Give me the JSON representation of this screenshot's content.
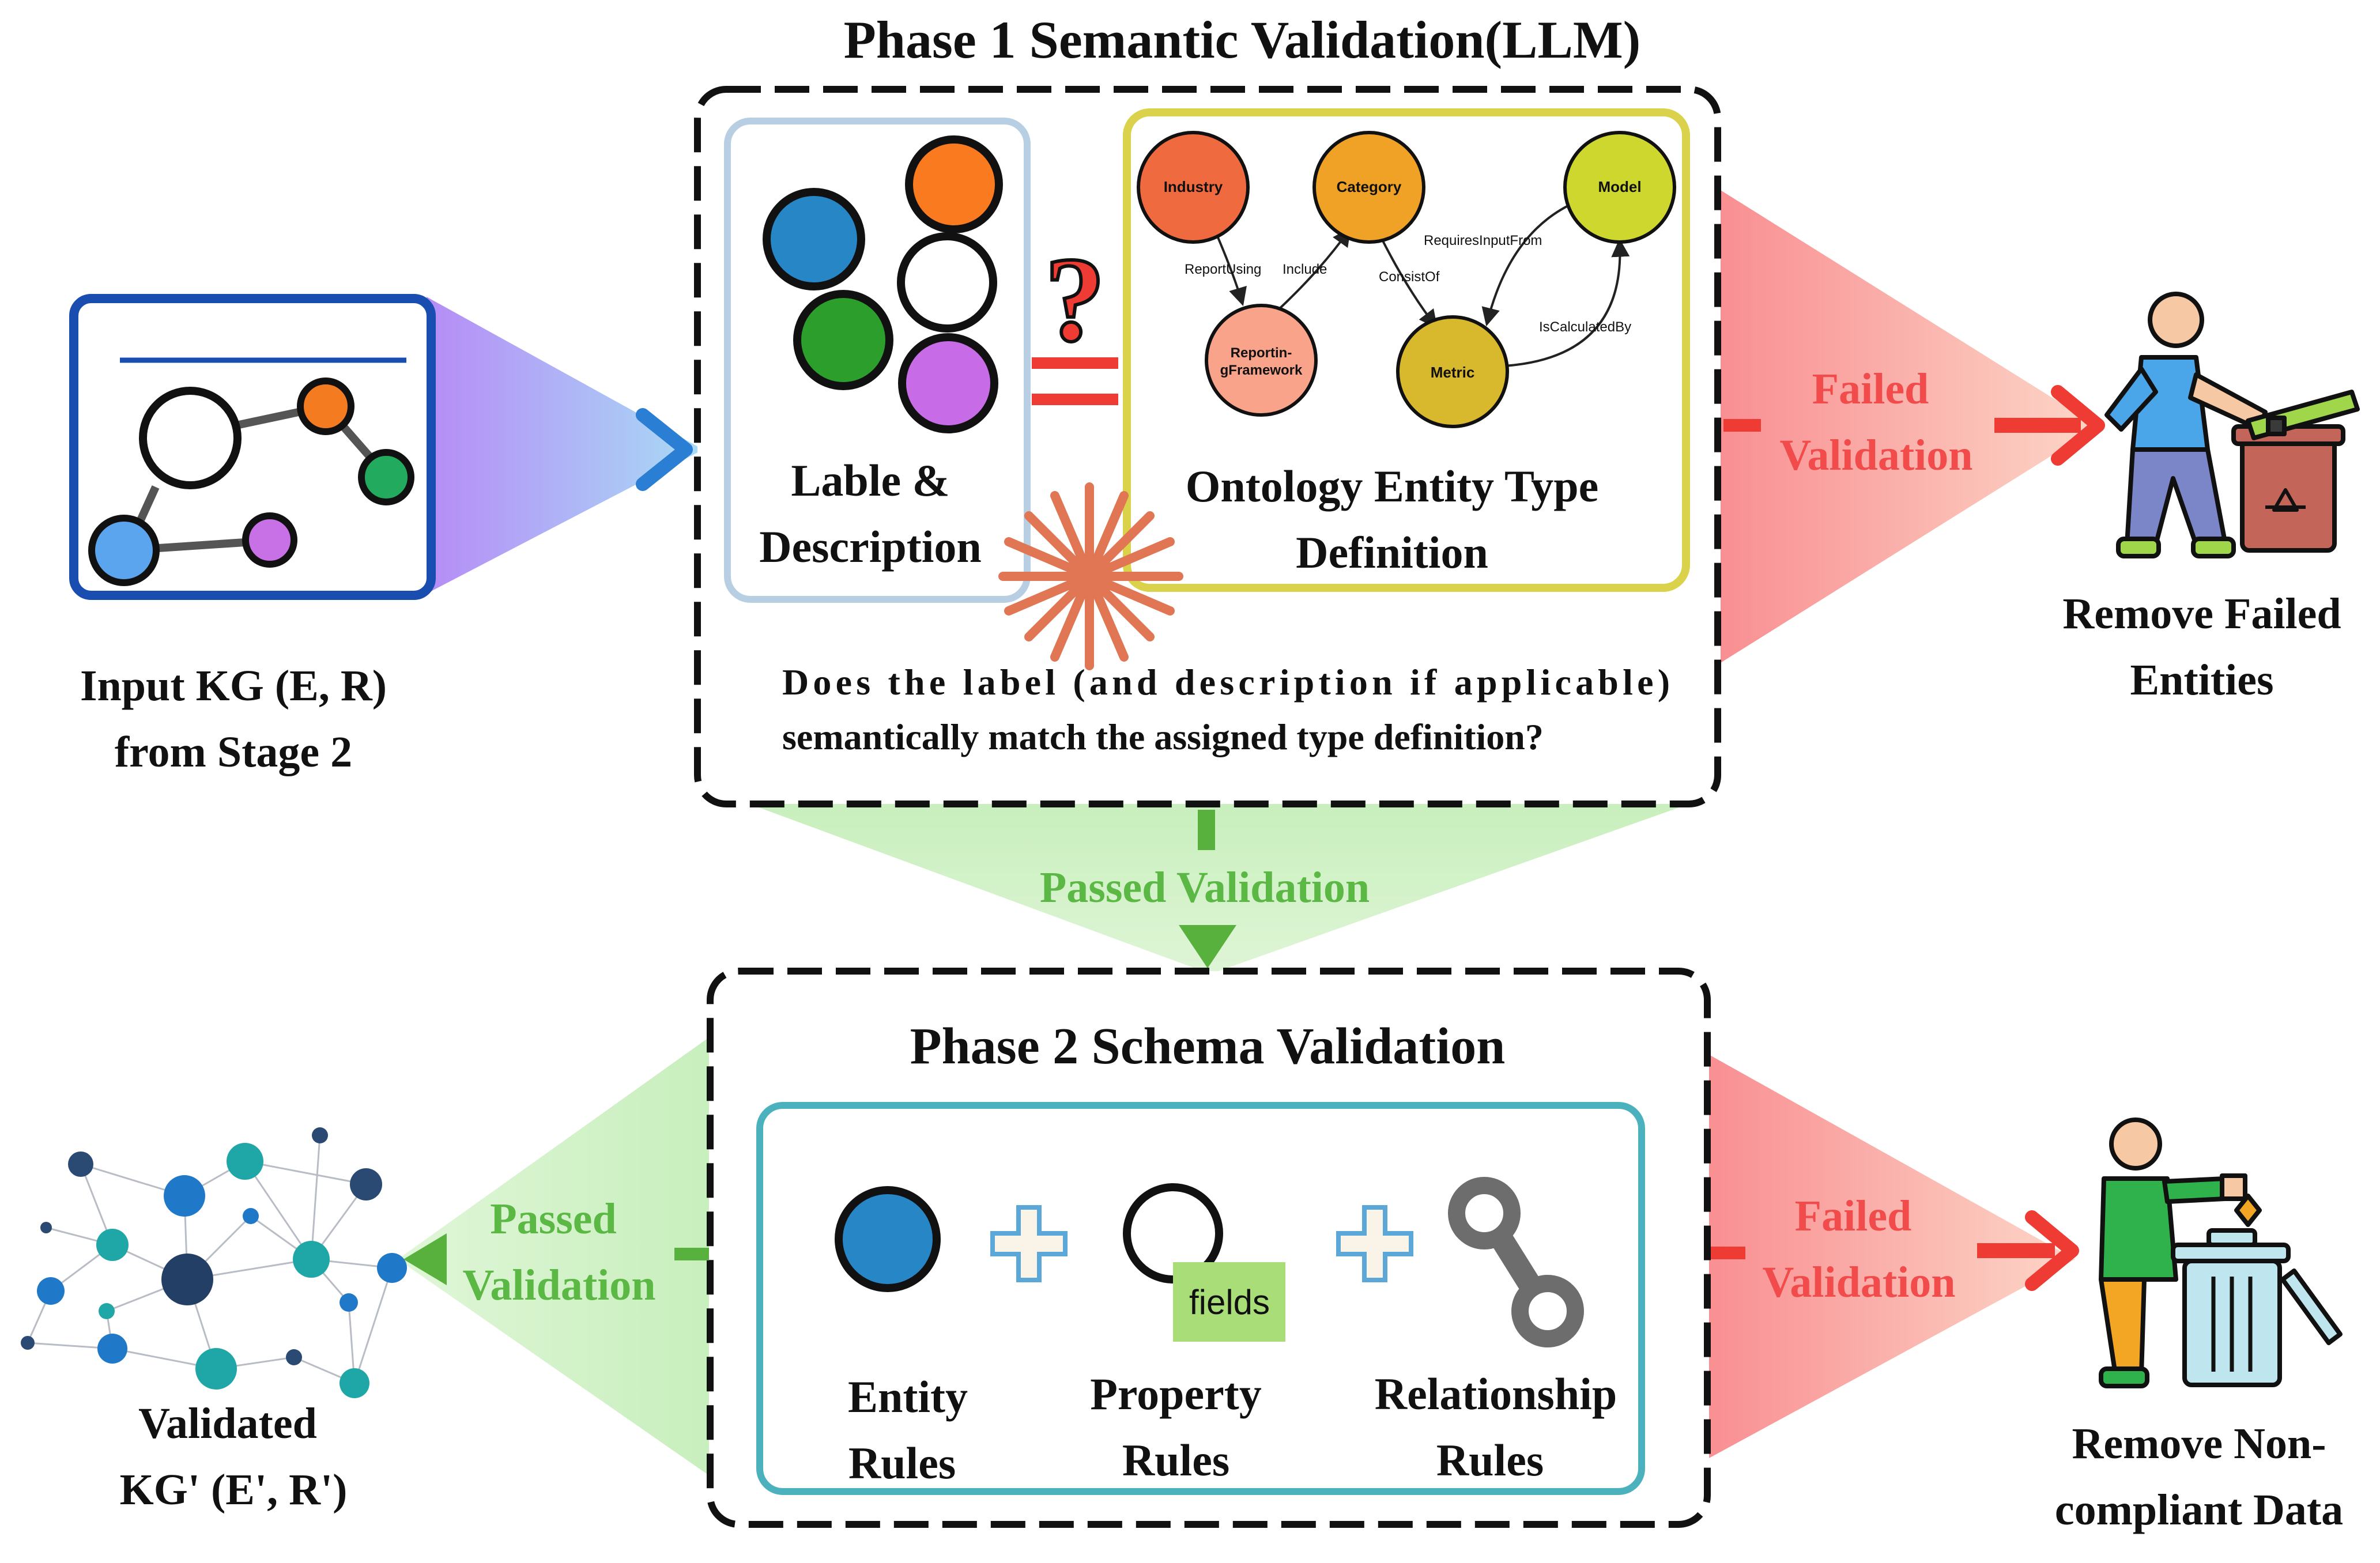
{
  "phase1": {
    "title": "Phase 1 Semantic Validation(LLM)",
    "label_desc": [
      "Lable &",
      "Description"
    ],
    "ontology_title": [
      "Ontology Entity Type",
      "Definition"
    ],
    "question": [
      "Does the label (and description if applicable)",
      "semantically match the assigned type definition?"
    ],
    "ontology_nodes": {
      "industry": "Industry",
      "category": "Category",
      "model": "Model",
      "framework": [
        "Reportin-",
        "gFramework"
      ],
      "metric": "Metric"
    },
    "ontology_edges": {
      "report_using": "ReportUsing",
      "include": "Include",
      "consist_of": "ConsistOf",
      "requires_input_from": "RequiresInputFrom",
      "is_calculated_by": "IsCalculatedBy"
    },
    "question_mark": "?"
  },
  "input_kg": [
    "Input KG (E, R)",
    "from Stage 2"
  ],
  "failed1": [
    "Failed",
    "Validation"
  ],
  "remove_failed": [
    "Remove Failed",
    "Entities"
  ],
  "passed_middle": "Passed Validation",
  "phase2": {
    "title": "Phase 2 Schema Validation",
    "fields_label": "fields",
    "entity_rules": [
      "Entity",
      "Rules"
    ],
    "property_rules": [
      "Property",
      "Rules"
    ],
    "relationship_rules": [
      "Relationship",
      "Rules"
    ]
  },
  "passed_left": [
    "Passed",
    "Validation"
  ],
  "validated_kg": [
    "Validated",
    "KG' (E', R')"
  ],
  "failed2": [
    "Failed",
    "Validation"
  ],
  "remove_noncompliant": [
    "Remove Non-",
    "compliant Data"
  ],
  "colors": {
    "pink_arrow": "#f8a5a5",
    "green_arrow": "#cdeec2",
    "purple_arrow": "#b99cf5",
    "red_text": "#f24b4b",
    "green_text": "#5bb844",
    "ontology_border": "#d9d24a",
    "label_box_border": "#b8cfe3",
    "schema_box_border": "#4bb2bd",
    "kg_box_border": "#1a4db0"
  }
}
